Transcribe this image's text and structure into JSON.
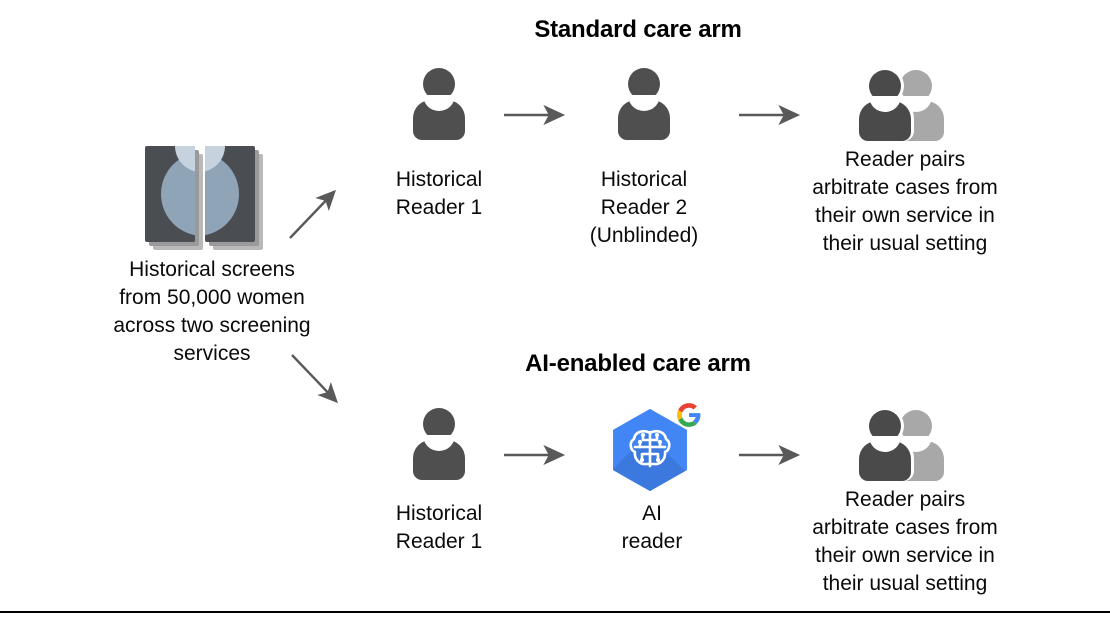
{
  "figure": {
    "type": "study-design-flow-diagram",
    "background_color": "#ffffff",
    "accent_color": "#4285f4",
    "icon_dark_gray": "#4f4f4f",
    "icon_light_gray": "#a8a8a8",
    "arrow_color": "#595959"
  },
  "source": {
    "icon_name": "mammogram-films-stack-icon",
    "caption": "Historical screens\nfrom 50,000 women\nacross two screening\nservices"
  },
  "arms": [
    {
      "id": "standard-care",
      "title": "Standard care arm",
      "steps": [
        {
          "id": "historical-reader-1",
          "icon": "person-icon",
          "label": "Historical\nReader 1"
        },
        {
          "id": "historical-reader-2",
          "icon": "person-icon",
          "label": "Historical\nReader 2\n(Unblinded)"
        },
        {
          "id": "reader-pairs-arbitration",
          "icon": "two-people-icon",
          "label": "Reader pairs\narbitrate cases from\ntheir own service in\ntheir usual setting"
        }
      ]
    },
    {
      "id": "ai-enabled-care",
      "title": "AI-enabled care arm",
      "steps": [
        {
          "id": "historical-reader-1",
          "icon": "person-icon",
          "label": "Historical\nReader 1"
        },
        {
          "id": "ai-reader",
          "icon": "ai-brain-hexagon-icon",
          "label": "AI\nreader"
        },
        {
          "id": "reader-pairs-arbitration",
          "icon": "two-people-icon",
          "label": "Reader pairs\narbitrate cases from\ntheir own service in\ntheir usual setting"
        }
      ]
    }
  ],
  "connectors": [
    {
      "id": "source-to-standard-arm",
      "kind": "diagonal-arrow-up"
    },
    {
      "id": "source-to-ai-arm",
      "kind": "diagonal-arrow-down"
    },
    {
      "id": "standard-reader1-to-reader2",
      "kind": "horizontal-arrow"
    },
    {
      "id": "standard-reader2-to-pairs",
      "kind": "horizontal-arrow"
    },
    {
      "id": "ai-reader1-to-ai",
      "kind": "horizontal-arrow"
    },
    {
      "id": "ai-ai-to-pairs",
      "kind": "horizontal-arrow"
    }
  ]
}
